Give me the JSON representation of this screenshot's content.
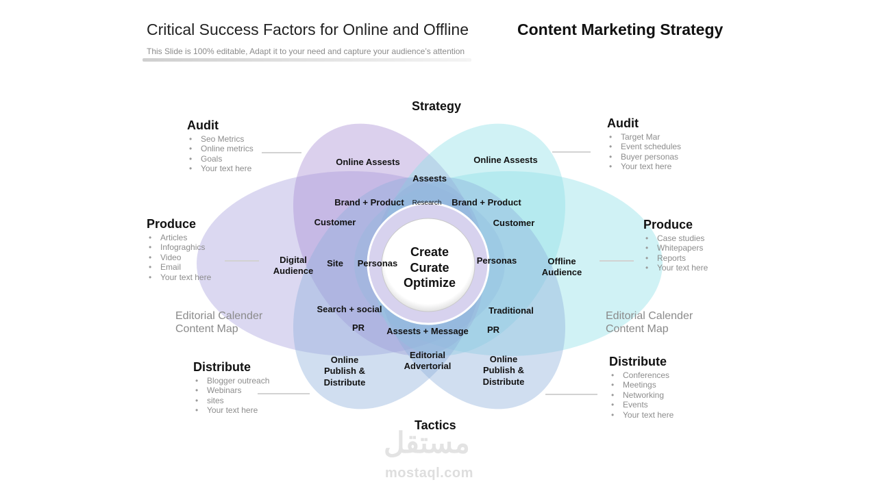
{
  "header": {
    "title": "Critical Success Factors for Online and Offline",
    "title_bold": "Content Marketing Strategy",
    "subtitle": "This Slide is 100% editable, Adapt it to your need and capture your audience’s attention"
  },
  "axes": {
    "top": "Strategy",
    "bottom": "Tactics"
  },
  "center": {
    "line1": "Create",
    "line2": "Curate",
    "line3": "Optimize"
  },
  "petals": {
    "top_left": "Online Assests",
    "top_right": "Online Assests",
    "assests": "Assests",
    "brand_left": "Brand + Product",
    "research": "Research",
    "brand_right": "Brand + Product",
    "customer_left": "Customer",
    "customer_right": "Customer",
    "digital_1": "Digital",
    "digital_2": "Audience",
    "site": "Site",
    "personas_left": "Personas",
    "personas_right": "Personas",
    "offline_1": "Offline",
    "offline_2": "Audience",
    "search_social": "Search + social",
    "traditional": "Traditional",
    "pr_left": "PR",
    "assests_message": "Assests + Message",
    "pr_right": "PR",
    "editorial_1": "Editorial",
    "editorial_2": "Advertorial",
    "online_left_1": "Online",
    "online_left_2": "Publish &",
    "online_left_3": "Distribute",
    "online_right_1": "Online",
    "online_right_2": "Publish &",
    "online_right_3": "Distribute"
  },
  "left": {
    "audit": {
      "heading": "Audit",
      "items": [
        "Seo Metrics",
        "Online metrics",
        "Goals",
        "Your text here"
      ]
    },
    "produce": {
      "heading": "Produce",
      "items": [
        "Articles",
        "Infograghics",
        "Video",
        "Email",
        "Your text here"
      ]
    },
    "note": {
      "line1": "Editorial Calender",
      "line2": "Content Map"
    },
    "distribute": {
      "heading": "Distribute",
      "items": [
        "Blogger outreach",
        "Webinars",
        "sites",
        "Your text here"
      ]
    }
  },
  "right": {
    "audit": {
      "heading": "Audit",
      "items": [
        "Target Mar",
        "Event schedules",
        "Buyer personas",
        "Your text here"
      ]
    },
    "produce": {
      "heading": "Produce",
      "items": [
        "Case studies",
        "Whitepapers",
        "Reports",
        "Your text here"
      ]
    },
    "note": {
      "line1": "Editorial Calender",
      "line2": "Content Map"
    },
    "distribute": {
      "heading": "Distribute",
      "items": [
        "Conferences",
        "Meetings",
        "Networking",
        "Events",
        "Your text here"
      ]
    }
  },
  "watermark": {
    "arabic": "مستقل",
    "latin": "mostaql.com"
  },
  "colors": {
    "purple": "#a98fd4",
    "cyan": "#8fe0e8",
    "lavender": "#a9a3dd",
    "blue": "#8fb0dc",
    "center_ring": "#d7d2ee"
  }
}
